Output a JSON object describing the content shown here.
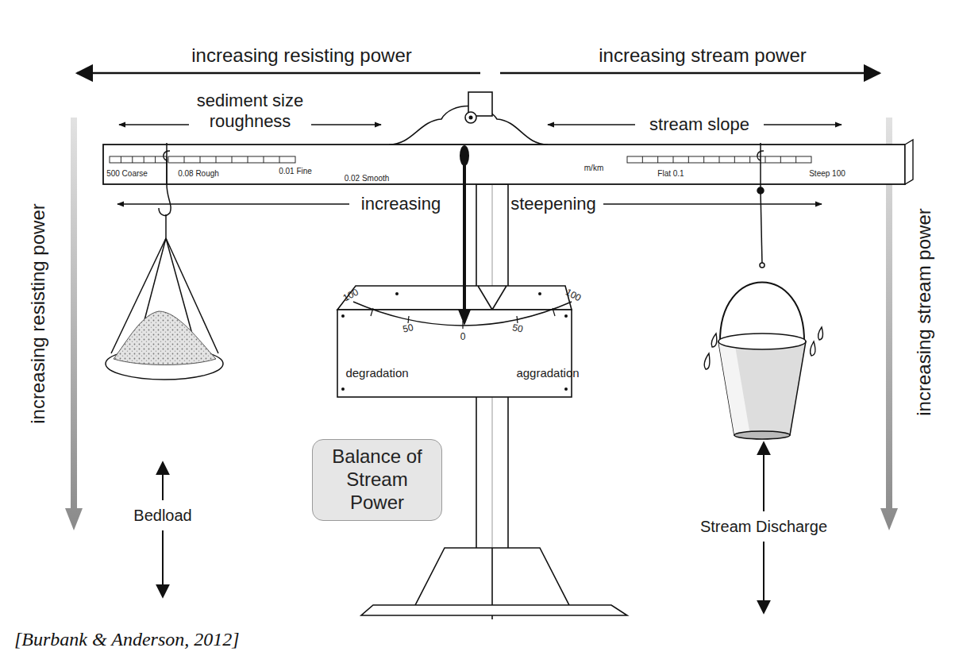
{
  "diagram": {
    "caption": "[Burbank & Anderson, 2012]",
    "nodes": [
      {
        "text": [
          "Balance of Stream Power"
        ]
      }
    ],
    "labels": [
      "increasing resisting power",
      "increasing stream power",
      "sediment size roughness",
      "stream slope",
      "500 Coarse",
      "0.08 Rough",
      "0.01 Fine",
      "0.02 Smooth",
      "m/km",
      "Flat 0.1",
      "Steep 100",
      "increasing",
      "steepening",
      "increasing resisting power",
      "increasing stream power",
      "100",
      "50",
      "0",
      "50",
      "100",
      "degradation",
      "aggradation",
      "Bedload",
      "Stream Discharge"
    ]
  }
}
